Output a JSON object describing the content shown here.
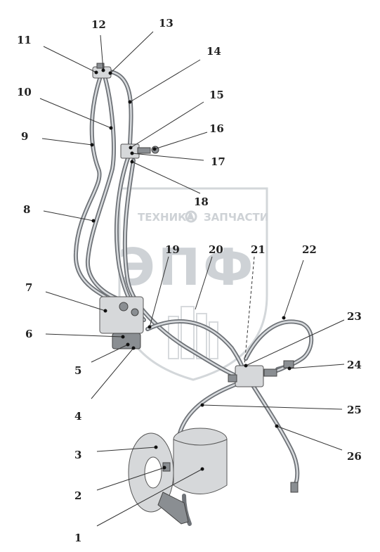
{
  "watermark": {
    "line1": "ТЕХНИКА",
    "line2": "ЗАПЧАСТИ",
    "logo": "ЭПФ",
    "gear": "gear-icon"
  },
  "callouts": [
    {
      "id": "1",
      "label": "1"
    },
    {
      "id": "2",
      "label": "2"
    },
    {
      "id": "3",
      "label": "3"
    },
    {
      "id": "4",
      "label": "4"
    },
    {
      "id": "5",
      "label": "5"
    },
    {
      "id": "6",
      "label": "6"
    },
    {
      "id": "7",
      "label": "7"
    },
    {
      "id": "8",
      "label": "8"
    },
    {
      "id": "9",
      "label": "9"
    },
    {
      "id": "10",
      "label": "10"
    },
    {
      "id": "11",
      "label": "11"
    },
    {
      "id": "12",
      "label": "12"
    },
    {
      "id": "13",
      "label": "13"
    },
    {
      "id": "14",
      "label": "14"
    },
    {
      "id": "15",
      "label": "15"
    },
    {
      "id": "16",
      "label": "16"
    },
    {
      "id": "17",
      "label": "17"
    },
    {
      "id": "18",
      "label": "18"
    },
    {
      "id": "19",
      "label": "19"
    },
    {
      "id": "20",
      "label": "20"
    },
    {
      "id": "21",
      "label": "21"
    },
    {
      "id": "22",
      "label": "22"
    },
    {
      "id": "23",
      "label": "23"
    },
    {
      "id": "24",
      "label": "24"
    },
    {
      "id": "25",
      "label": "25"
    },
    {
      "id": "26",
      "label": "26"
    }
  ]
}
